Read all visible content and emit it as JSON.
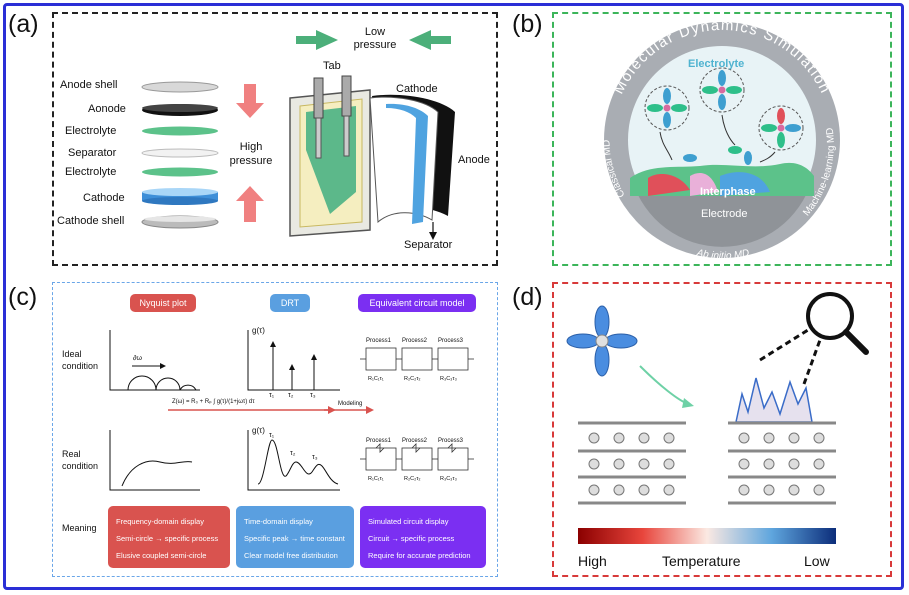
{
  "panels": {
    "a": "(a)",
    "b": "(b)",
    "c": "(c)",
    "d": "(d)"
  },
  "panel_a": {
    "layers": [
      "Anode shell",
      "Aonode",
      "Electrolyte",
      "Separator",
      "Electrolyte",
      "Cathode",
      "Cathode shell"
    ],
    "high_pressure": "High\npressure",
    "low_pressure": "Low\npressure",
    "tab": "Tab",
    "cathode": "Cathode",
    "anode": "Anode",
    "separator": "Separator",
    "colors": {
      "arrow_red": "#f08080",
      "arrow_green": "#4caf7a",
      "electrolyte": "#5cc28a",
      "cathode": "#4fa3e0"
    }
  },
  "panel_b": {
    "ring_title": "Molecular Dynamics Simulation",
    "ring_left": "Classical MD",
    "ring_right": "Machine-learning MD",
    "ring_bottom": "Ab initio MD",
    "electrolyte": "Electrolyte",
    "interphase": "Interphase",
    "electrode": "Electrode"
  },
  "panel_c": {
    "headers": [
      "Nyquist plot",
      "DRT",
      "Equivalent circuit model"
    ],
    "header_colors": [
      "#d9534f",
      "#5a9fe0",
      "#7b2ff2"
    ],
    "ideal_condition": "Ideal\ncondition",
    "real_condition": "Real\ncondition",
    "meaning": "Meaning",
    "omega": "∂ω",
    "g_tau": "g(τ)",
    "taus": [
      "τ₁",
      "τ₂",
      "τ₃"
    ],
    "processes": [
      "Process1",
      "Process2",
      "Process3"
    ],
    "rc_labels": [
      "R₁C₁τ₁",
      "R₂C₂τ₂",
      "R₃C₃τ₃"
    ],
    "formula": "Z(ω) = R₀ + Rₚ ∫ g(τ)/(1+jωτ) dτ",
    "modeling": "Modeling",
    "meaning_nyquist": [
      "Frequency-domain display",
      "Semi-circle → specific process",
      "Elusive coupled semi-circle"
    ],
    "meaning_drt": [
      "Time-domain display",
      "Specific peak → time constant",
      "Clear model free distribution"
    ],
    "meaning_ecm": [
      "Simulated circuit display",
      "Circuit → specific process",
      "Require for accurate prediction"
    ]
  },
  "panel_d": {
    "high": "High",
    "temperature": "Temperature",
    "low": "Low"
  }
}
